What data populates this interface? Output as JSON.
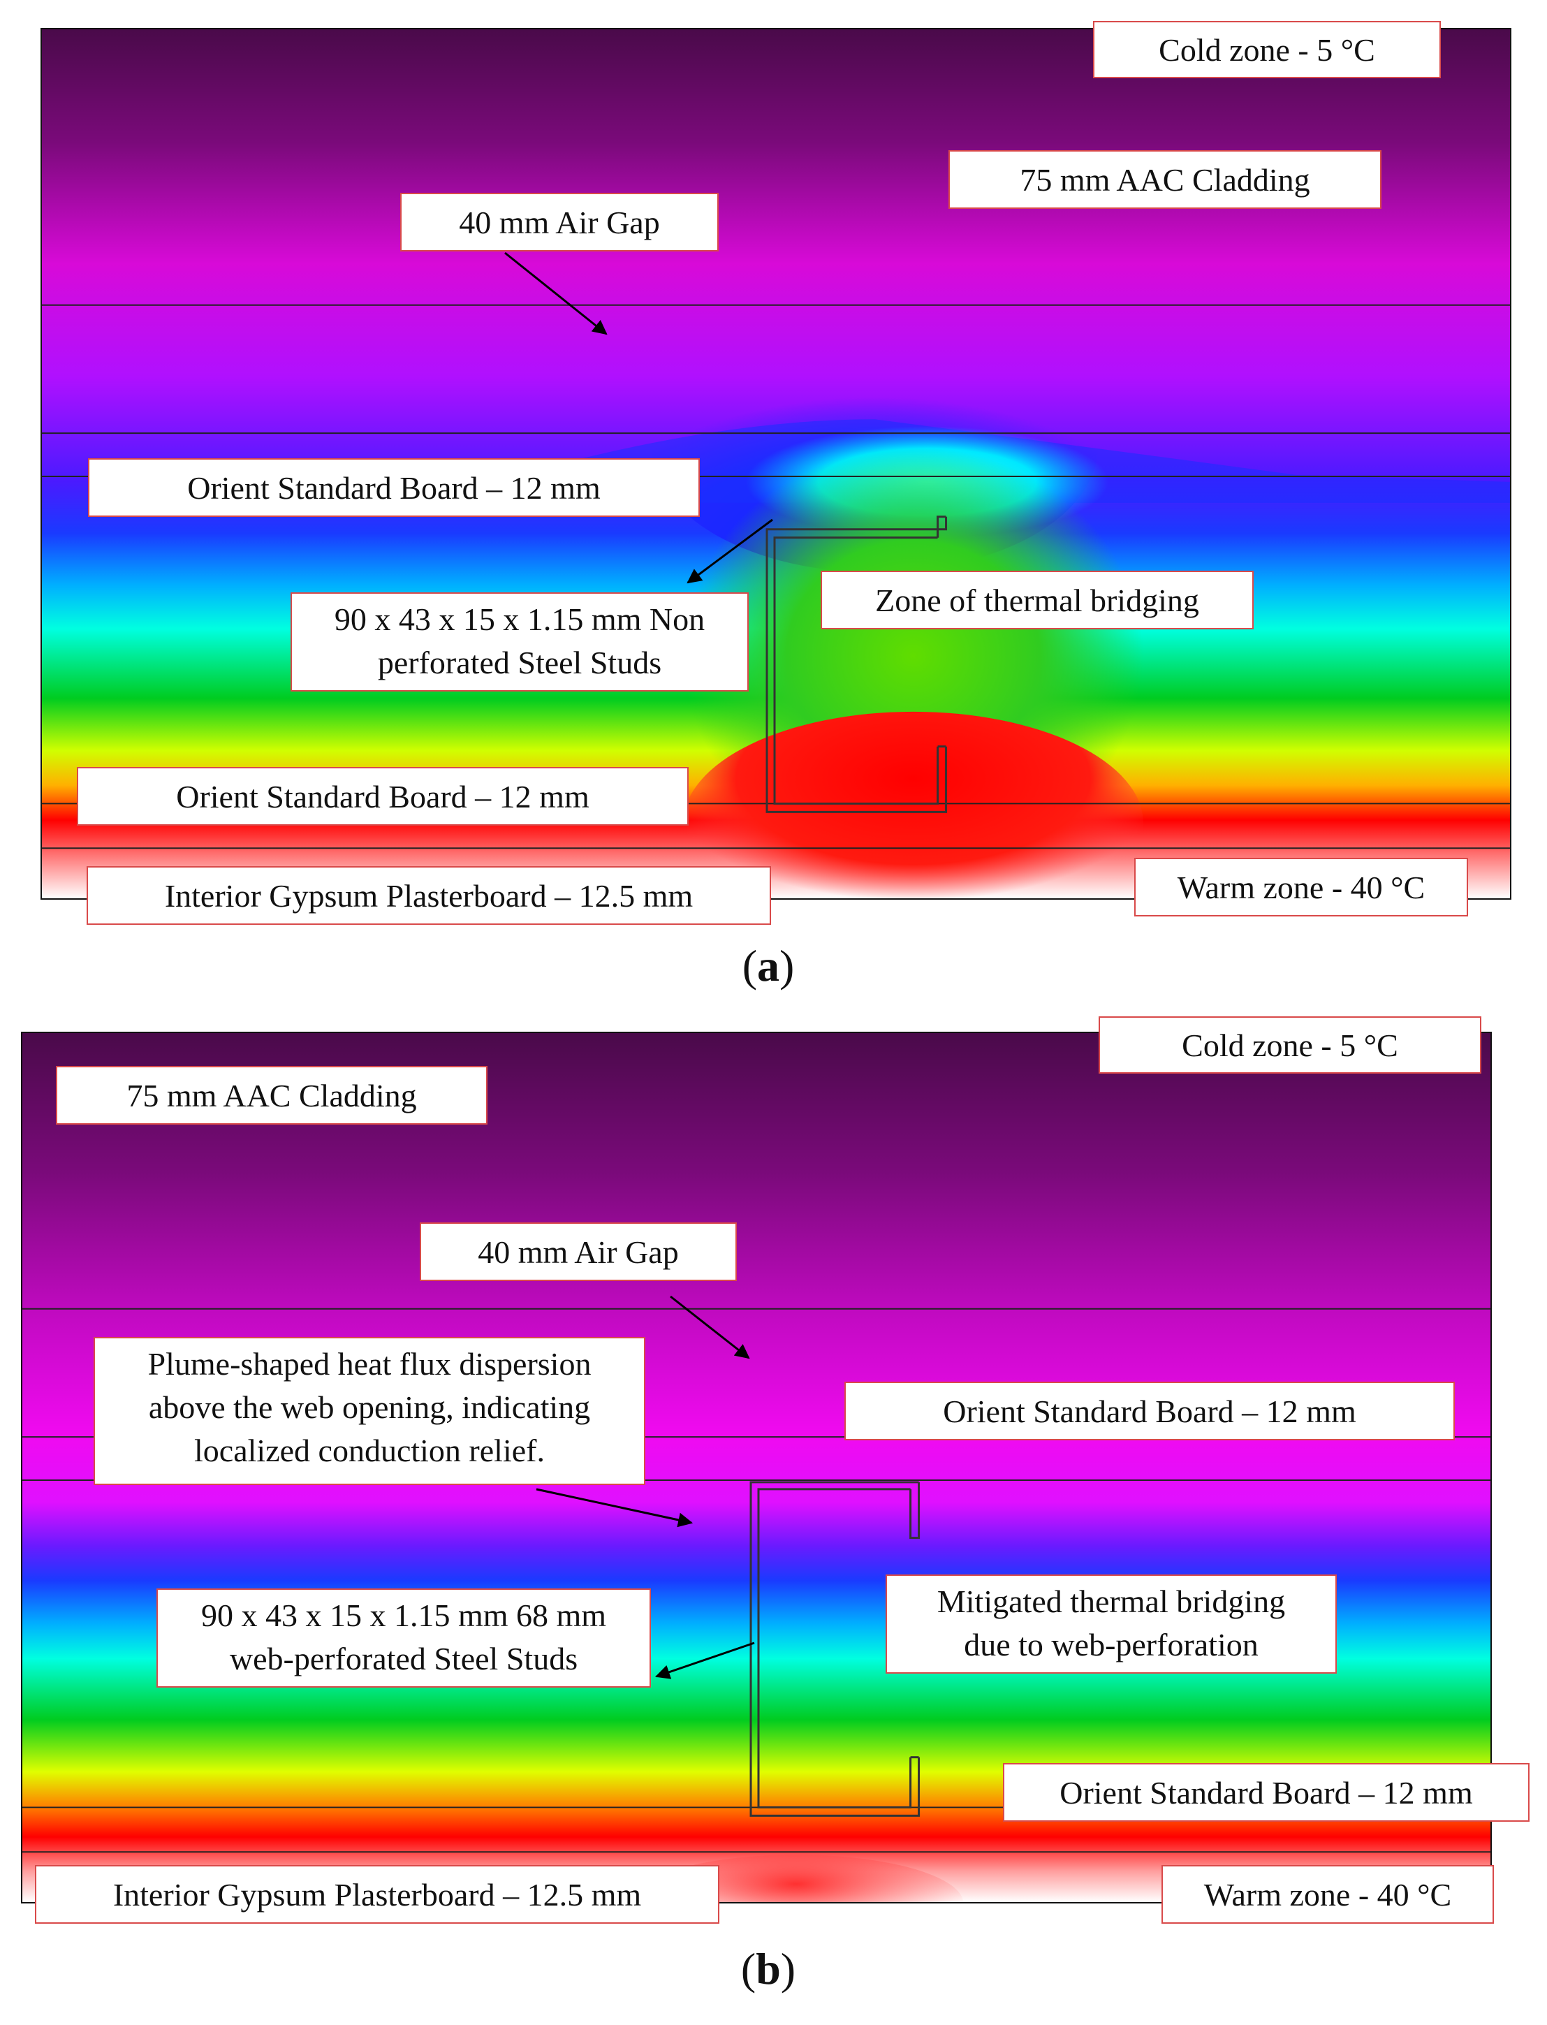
{
  "colors": {
    "label_border": "#d94a4a",
    "gradient_cold_to_warm": [
      "#4a0a4a",
      "#8a0a8a",
      "#e60ae6",
      "#8a0aff",
      "#1a1aff",
      "#00aaff",
      "#00ffff",
      "#00dd00",
      "#e6ff00",
      "#ff0000",
      "#ffffff"
    ]
  },
  "figure_a": {
    "caption": "a",
    "labels": {
      "cold_zone": "Cold zone - 5 °C",
      "cladding": "75 mm AAC Cladding",
      "air_gap": "40 mm Air Gap",
      "osb_top": "Orient Standard Board – 12 mm",
      "stud_line1": "90 x 43 x 15 x 1.15 mm Non",
      "stud_line2": "perforated Steel Studs",
      "bridging": "Zone of thermal bridging",
      "osb_bottom": "Orient Standard Board – 12 mm",
      "gypsum": "Interior Gypsum Plasterboard – 12.5 mm",
      "warm_zone": "Warm zone - 40 °C"
    }
  },
  "figure_b": {
    "caption": "b",
    "labels": {
      "cold_zone": "Cold zone - 5 °C",
      "cladding": "75 mm AAC Cladding",
      "air_gap": "40 mm Air Gap",
      "plume_line1": "Plume-shaped heat flux dispersion",
      "plume_line2": "above the web opening, indicating",
      "plume_line3": "localized conduction relief.",
      "osb_top": "Orient Standard Board – 12 mm",
      "stud_line1": "90 x 43 x 15 x 1.15 mm 68 mm",
      "stud_line2": "web-perforated Steel Studs",
      "mitigated_line1": "Mitigated thermal bridging",
      "mitigated_line2": "due to web-perforation",
      "osb_bottom": "Orient Standard Board – 12 mm",
      "gypsum": "Interior Gypsum Plasterboard – 12.5 mm",
      "warm_zone": "Warm zone - 40 °C"
    }
  }
}
